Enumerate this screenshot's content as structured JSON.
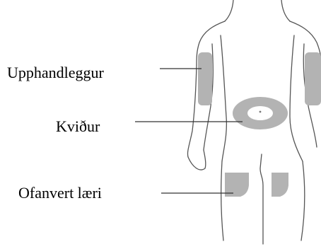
{
  "labels": {
    "upper_arm": "Upphandleggur",
    "abdomen": "Kviður",
    "thigh": "Ofanvert læri"
  },
  "colors": {
    "outline": "#555555",
    "injection_area": "#b3b3b3",
    "leader_line": "#333333",
    "text": "#000000"
  }
}
